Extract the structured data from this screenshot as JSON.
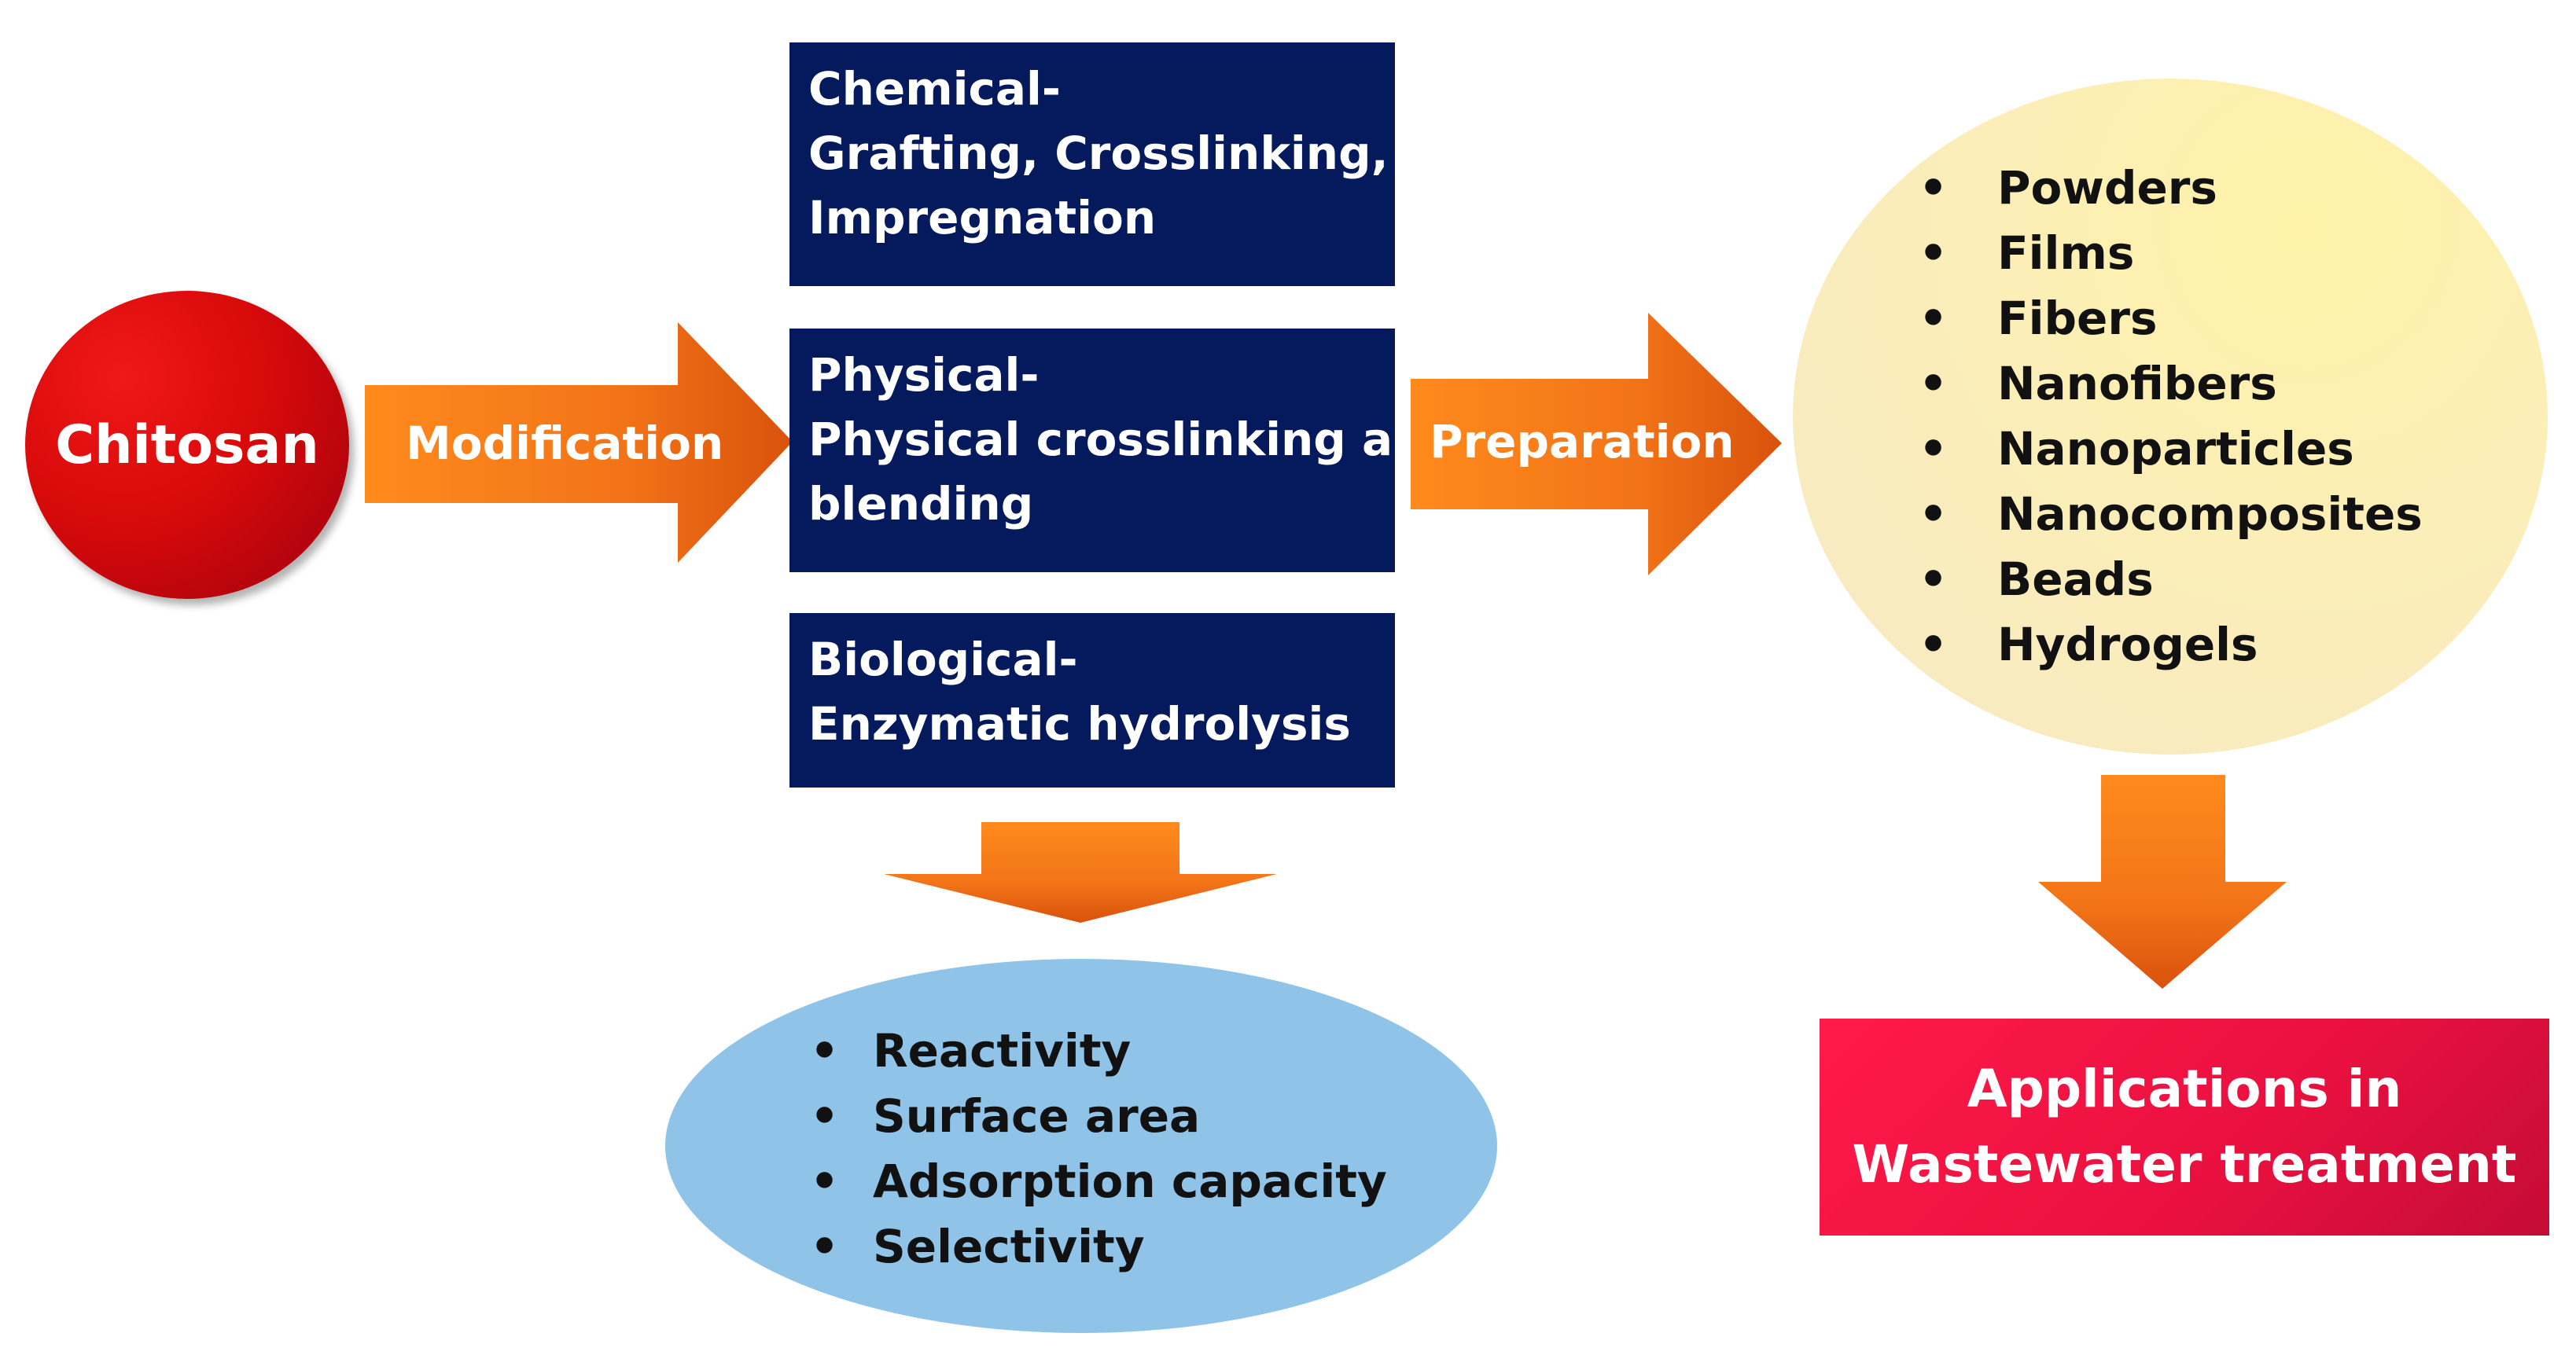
{
  "source": {
    "label": "Chitosan"
  },
  "arrows": {
    "modification_label": "Modification",
    "preparation_label": "Preparation"
  },
  "modification_boxes": [
    {
      "lines": [
        "Chemical-",
        "Grafting, Crosslinking,",
        "Impregnation"
      ]
    },
    {
      "lines": [
        "Physical-",
        "Physical crosslinking and",
        "blending"
      ]
    },
    {
      "lines": [
        "Biological-",
        "Enzymatic hydrolysis"
      ]
    }
  ],
  "forms": {
    "bullet": "•",
    "items": [
      "Powders",
      "Films",
      "Fibers",
      "Nanofibers",
      "Nanoparticles",
      "Nanocomposites",
      "Beads",
      "Hydrogels"
    ]
  },
  "properties": {
    "bullet": "•",
    "items": [
      "Reactivity",
      "Surface area",
      "Adsorption capacity",
      "Selectivity"
    ]
  },
  "applications": {
    "lines": [
      "Applications in",
      "Wastewater treatment"
    ]
  },
  "colors": {
    "box_navy": "#051a5c",
    "arrow_orange": "#f47a1f",
    "chitosan_red": "#d80a0a",
    "applications_pink": "#e8103f",
    "forms_ellipse": "#fbeeb8",
    "properties_ellipse": "#8fc4e8"
  }
}
